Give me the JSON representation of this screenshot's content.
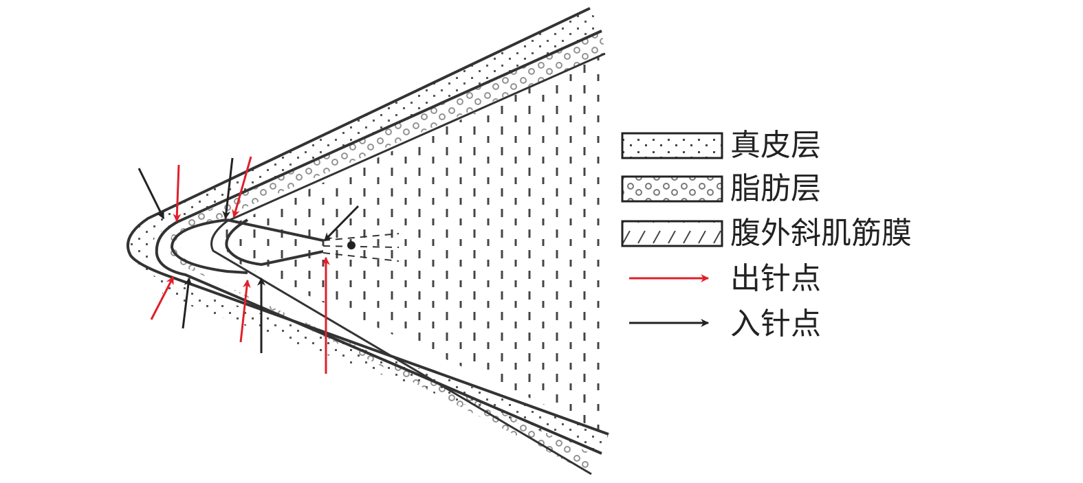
{
  "legend": {
    "items": [
      {
        "label": "真皮层",
        "pattern": "dots"
      },
      {
        "label": "脂肪层",
        "pattern": "circles"
      },
      {
        "label": "腹外斜肌筋膜",
        "pattern": "dashes"
      },
      {
        "label": "出针点",
        "arrow_color": "#e0202a"
      },
      {
        "label": "入针点",
        "arrow_color": "#222222"
      }
    ]
  },
  "colors": {
    "exit_arrow": "#e0202a",
    "entry_arrow": "#222222",
    "line": "#333333"
  }
}
